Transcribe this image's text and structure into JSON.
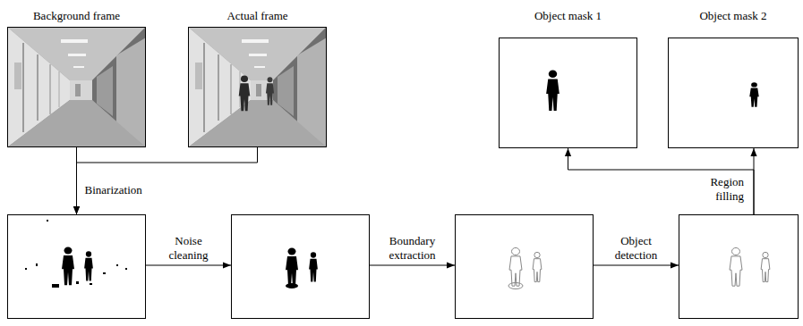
{
  "diagram": {
    "nodes": [
      {
        "text": [
          "Background frame"
        ]
      },
      {
        "text": [
          "Actual frame"
        ]
      },
      {
        "text": [
          "Object mask 1"
        ]
      },
      {
        "text": [
          "Object mask 2"
        ]
      },
      {
        "text": []
      },
      {
        "text": []
      },
      {
        "text": []
      },
      {
        "text": []
      }
    ],
    "edges": [
      {
        "from": 0,
        "to": 4,
        "arrow": "to",
        "label": "Binarization"
      },
      {
        "from": 1,
        "to": 4,
        "arrow": "to"
      },
      {
        "from": 4,
        "to": 5,
        "arrow": "to",
        "label": "Noise cleaning"
      },
      {
        "from": 5,
        "to": 6,
        "arrow": "to",
        "label": "Boundary extraction"
      },
      {
        "from": 6,
        "to": 7,
        "arrow": "to",
        "label": "Object detection"
      },
      {
        "from": 7,
        "to": 2,
        "arrow": "to"
      },
      {
        "from": 7,
        "to": 3,
        "arrow": "to",
        "label": "Region filling"
      }
    ]
  }
}
